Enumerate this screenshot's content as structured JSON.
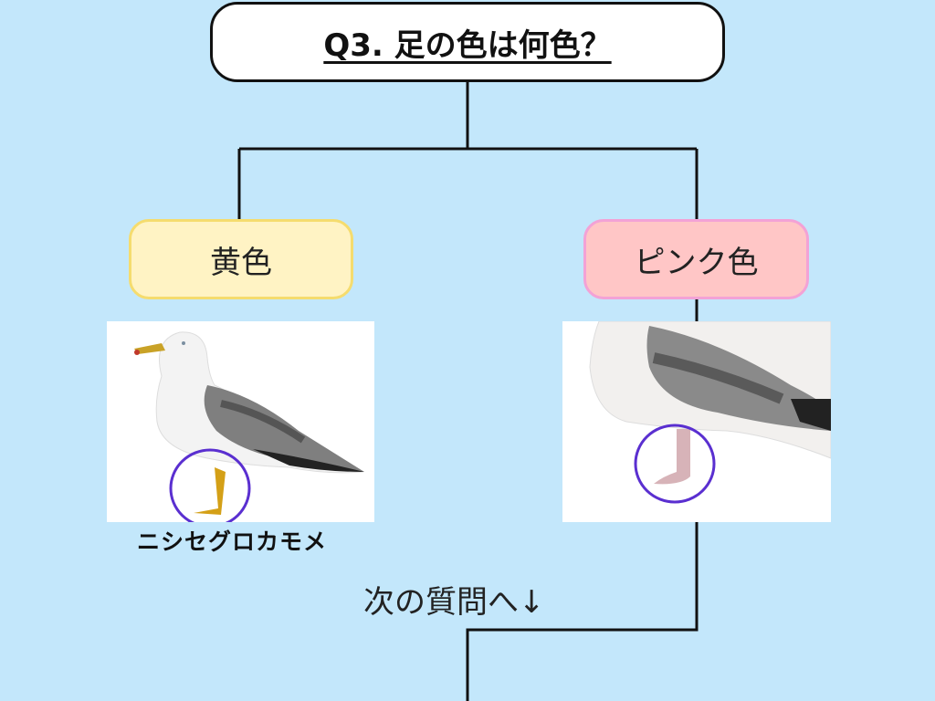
{
  "question": {
    "title": "Q3. 足の色は何色？"
  },
  "options": [
    {
      "label": "黄色",
      "color": "#fff3c4",
      "result_name": "ニシセグロカモメ",
      "leg_color": "#d4a017"
    },
    {
      "label": "ピンク色",
      "color": "#ffc6c6",
      "leg_color": "#d7b3b8"
    }
  ],
  "next_label": "次の質問へ↓",
  "highlight_color": "#5a2fd0"
}
